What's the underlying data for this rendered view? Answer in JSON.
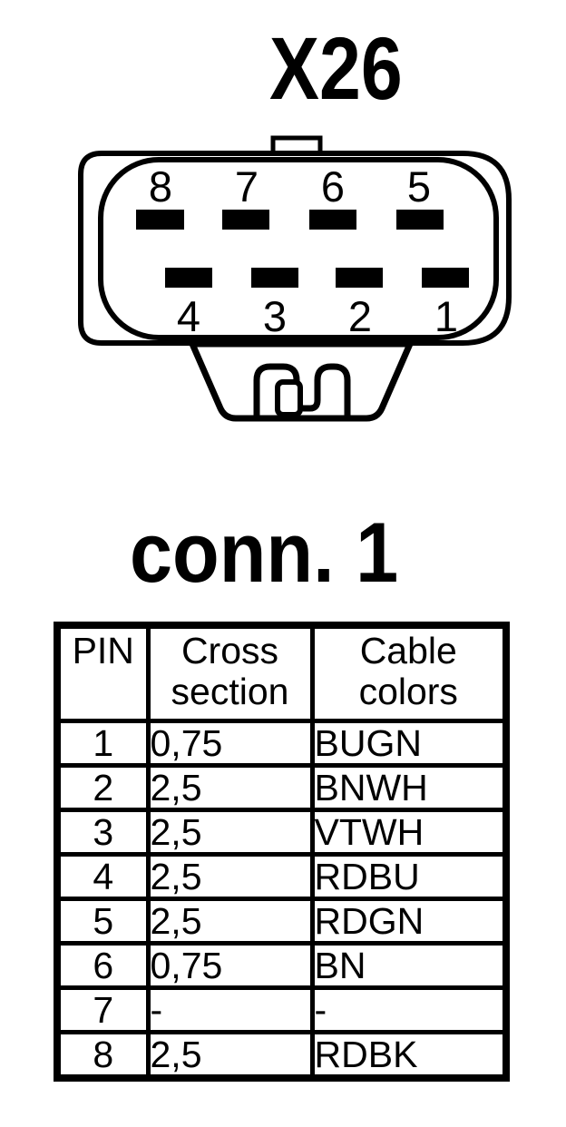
{
  "page": {
    "background": "#ffffff",
    "ink": "#000000"
  },
  "connector": {
    "title": "X26",
    "top_row_pins": [
      "8",
      "7",
      "6",
      "5"
    ],
    "bottom_row_pins": [
      "4",
      "3",
      "2",
      "1"
    ]
  },
  "section": {
    "title": "conn. 1"
  },
  "pin_table": {
    "headers": {
      "pin": "PIN",
      "cross_section": "Cross\nsection",
      "cable_colors": "Cable\ncolors"
    },
    "rows": [
      {
        "pin": "1",
        "cross_section": "0,75",
        "cable_color": "BUGN"
      },
      {
        "pin": "2",
        "cross_section": "2,5",
        "cable_color": "BNWH"
      },
      {
        "pin": "3",
        "cross_section": "2,5",
        "cable_color": "VTWH"
      },
      {
        "pin": "4",
        "cross_section": "2,5",
        "cable_color": "RDBU"
      },
      {
        "pin": "5",
        "cross_section": "2,5",
        "cable_color": "RDGN"
      },
      {
        "pin": "6",
        "cross_section": "0,75",
        "cable_color": "BN"
      },
      {
        "pin": "7",
        "cross_section": "-",
        "cable_color": "-"
      },
      {
        "pin": "8",
        "cross_section": "2,5",
        "cable_color": "RDBK"
      }
    ]
  }
}
